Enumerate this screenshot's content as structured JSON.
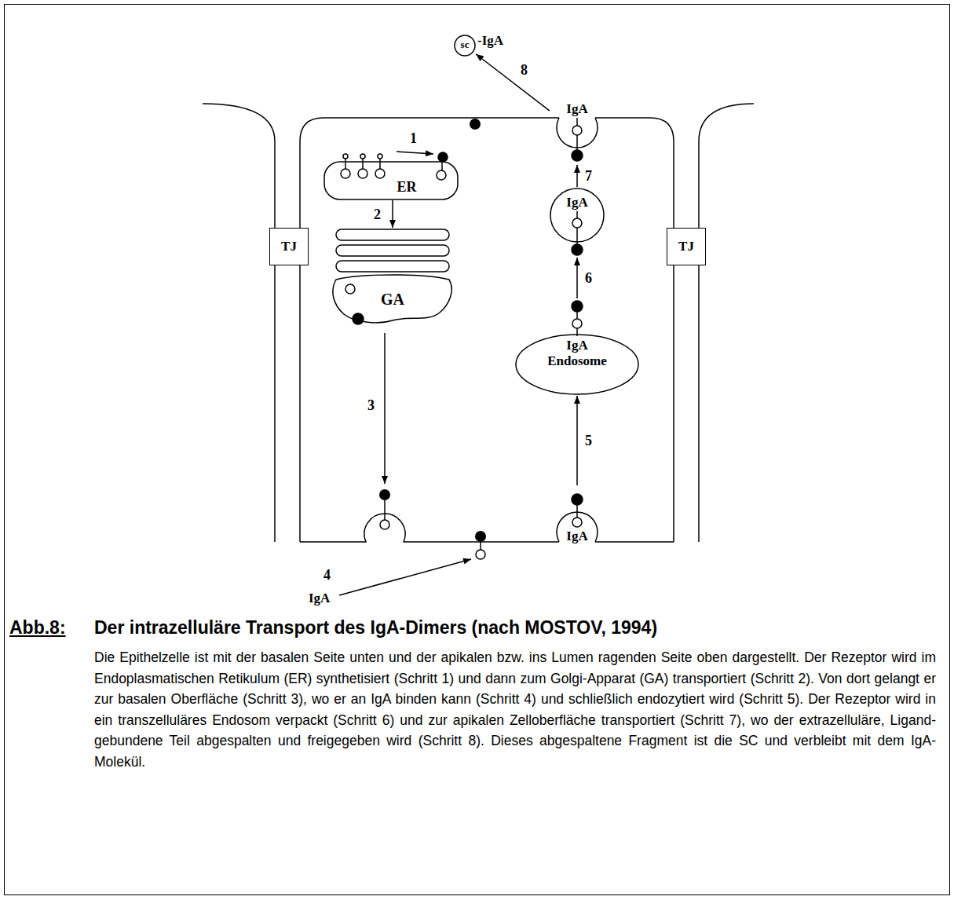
{
  "diagram": {
    "title": "Der intrazelluläre Transport des IgA-Dimers (nach MOSTOV, 1994)",
    "caption": "Die Epithelzelle ist mit der basalen Seite unten und der apikalen bzw. ins Lumen ragenden Seite oben dargestellt. Der Rezeptor wird im Endoplasmatischen Retikulum (ER) synthetisiert (Schritt 1) und dann zum Golgi-Apparat (GA) transportiert (Schritt 2). Von dort gelangt er zur basalen Oberfläche (Schritt 3), wo er an IgA binden kann (Schritt 4) und schließlich endozytiert wird (Schritt 5). Der Rezeptor wird in ein transzelluläres Endosom verpackt (Schritt 6) und zur apikalen Zelloberfläche transportiert (Schritt 7), wo der extrazelluläre, Ligand-gebundene Teil abgespalten und freigegeben wird (Schritt 8). Dieses abgespaltene Fragment ist die SC und verbleibt mit dem IgA-Molekül.",
    "nodes": [
      {
        "text": [
          "sc"
        ]
      },
      {
        "text": [
          "IgA"
        ]
      },
      {
        "text": [
          "ER"
        ]
      },
      {
        "text": [
          "IgA"
        ]
      },
      {
        "text": [
          "TJ"
        ]
      },
      {
        "text": [
          "TJ"
        ]
      },
      {
        "text": [
          "GA"
        ]
      },
      {
        "text": [
          "IgA",
          "Endosome"
        ]
      },
      {
        "text": [
          "IgA"
        ]
      }
    ],
    "edges": [
      {
        "from": 1,
        "to": 0,
        "label": "8",
        "arrow": "to"
      },
      {
        "from": 2,
        "to": 6,
        "label": "2",
        "arrow": "to"
      },
      {
        "from": 8,
        "to": 7,
        "label": "5",
        "arrow": "to"
      },
      {
        "from": 7,
        "to": 3,
        "label": "6",
        "arrow": "to"
      },
      {
        "from": 3,
        "to": 1,
        "label": "7",
        "arrow": "to"
      }
    ],
    "labels": [
      "-IgA",
      "1",
      "3",
      "4",
      "IgA",
      "Abb.8:"
    ]
  }
}
